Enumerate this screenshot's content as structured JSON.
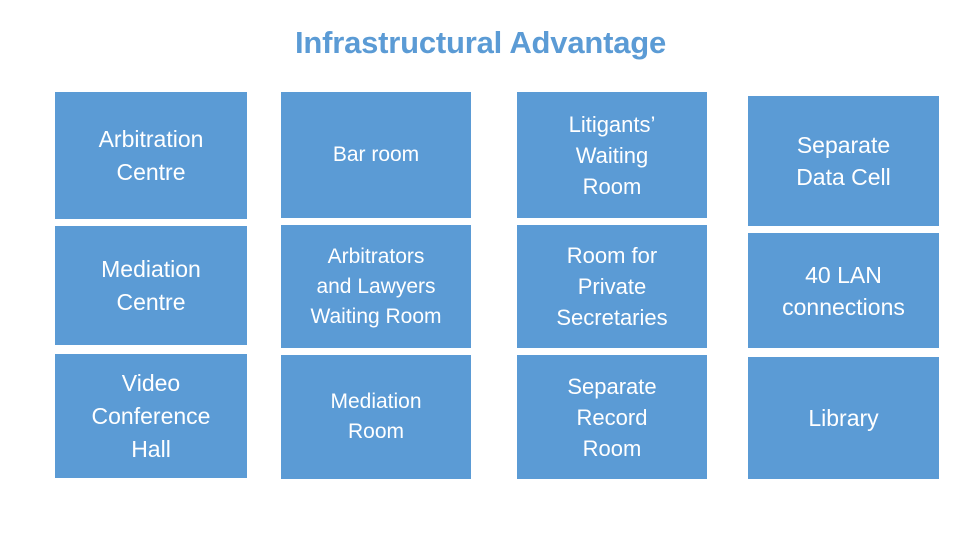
{
  "slide": {
    "title": "Infrastructural Advantage",
    "title_color": "#5B9BD5",
    "background_color": "#FFFFFF",
    "cell_color": "#5B9BD5",
    "cell_text_color": "#FFFFFF"
  },
  "grid": {
    "columns": 4,
    "rows": 3,
    "cells": [
      {
        "row": 1,
        "col": 1,
        "label": "Arbitration\nCentre"
      },
      {
        "row": 1,
        "col": 2,
        "label": "Bar room"
      },
      {
        "row": 1,
        "col": 3,
        "label": "Litigants’\nWaiting\nRoom"
      },
      {
        "row": 1,
        "col": 4,
        "label": "Separate\nData Cell"
      },
      {
        "row": 2,
        "col": 1,
        "label": "Mediation\nCentre"
      },
      {
        "row": 2,
        "col": 2,
        "label": "Arbitrators\nand Lawyers\nWaiting Room"
      },
      {
        "row": 2,
        "col": 3,
        "label": "Room for\nPrivate\nSecretaries"
      },
      {
        "row": 2,
        "col": 4,
        "label": "40 LAN\nconnections"
      },
      {
        "row": 3,
        "col": 1,
        "label": "Video\nConference\nHall"
      },
      {
        "row": 3,
        "col": 2,
        "label": "Mediation\nRoom"
      },
      {
        "row": 3,
        "col": 3,
        "label": "Separate\nRecord\nRoom"
      },
      {
        "row": 3,
        "col": 4,
        "label": "Library"
      }
    ]
  }
}
